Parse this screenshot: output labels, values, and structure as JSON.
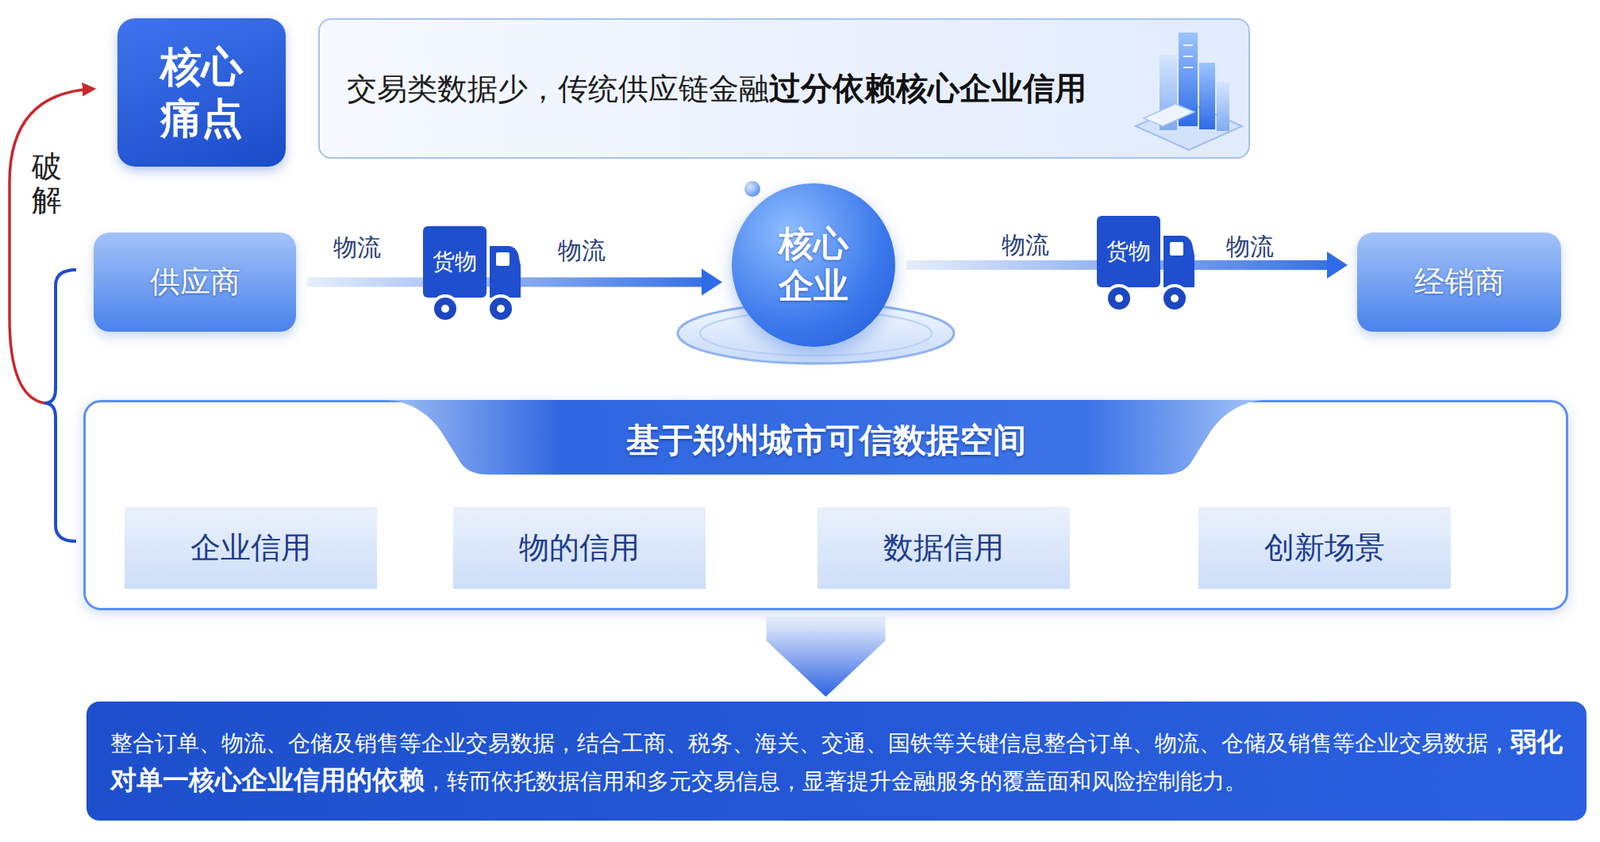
{
  "diagram": {
    "nodes": [
      {
        "text": [
          "核心 痛点"
        ]
      },
      {
        "text": [
          "交易类数据少，传统供应链金融",
          "过分依赖核心企业信用"
        ]
      },
      {
        "text": [
          "供应商"
        ]
      },
      {
        "text": [
          "核心 企业"
        ]
      },
      {
        "text": [
          "经销商"
        ]
      },
      {
        "text": [
          "基于郑州城市可信数据空间"
        ]
      },
      {
        "text": [
          "企业信用"
        ],
        "in": 5
      },
      {
        "text": [
          "物的信用"
        ],
        "in": 5
      },
      {
        "text": [
          "数据信用"
        ],
        "in": 5
      },
      {
        "text": [
          "创新场景"
        ],
        "in": 5
      },
      {
        "text": [
          "整合订单、物流、仓储及销售等企业交易数据，结合工商、税务、海关、交通、国铁等关键信息整合订单、物流、仓储及销售等企业交易数据，",
          "弱化对单一核心企业信用的依赖",
          "，转而依托数据信用和多元交易信息，显著提升金融服务的覆盖面和风险控制能力。"
        ]
      }
    ],
    "edges": [
      {
        "from": 2,
        "to": 3,
        "arrow": "to"
      },
      {
        "from": 3,
        "to": 4,
        "arrow": "to"
      },
      {
        "from": 5,
        "to": 10,
        "arrow": "to"
      }
    ],
    "labels": [
      "破解",
      "物流",
      "货物",
      "物流",
      "物流",
      "货物",
      "物流"
    ]
  }
}
